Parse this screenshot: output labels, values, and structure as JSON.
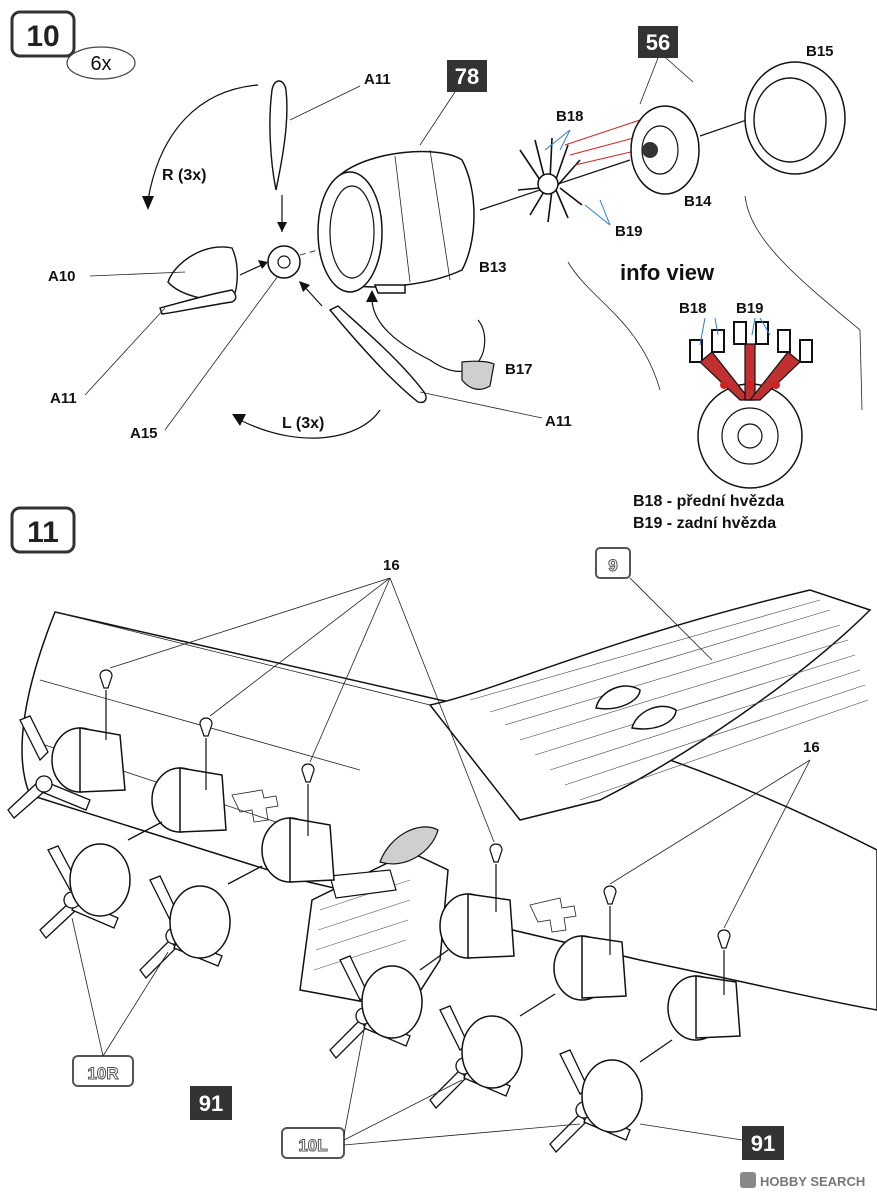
{
  "step10": {
    "number": "10",
    "multiplier": "6x",
    "labels": {
      "a11_top": "A11",
      "r_rotation": "R (3x)",
      "a10": "A10",
      "a11_left": "A11",
      "a15": "A15",
      "l_rotation": "L (3x)",
      "a11_right": "A11",
      "ref_78": "78",
      "b13": "B13",
      "b17": "B17",
      "ref_56": "56",
      "b15": "B15",
      "b18": "B18",
      "b14": "B14",
      "b19": "B19"
    },
    "info_view": {
      "title": "info view",
      "b18": "B18",
      "b19": "B19",
      "caption_b18": "B18 - přední hvězda",
      "caption_b19": "B19 - zadní hvězda"
    }
  },
  "step11": {
    "number": "11",
    "callout_16_top": "16",
    "ref_9": "9",
    "callout_16_right": "16",
    "ref_10r": "10R",
    "ref_91_left": "91",
    "ref_10l": "10L",
    "ref_91_right": "91"
  },
  "watermark": "HOBBY SEARCH",
  "colors": {
    "ink": "#111111",
    "box_dark": "#333333",
    "arrow_red": "#d02020",
    "guide_blue": "#2a7fd0"
  }
}
